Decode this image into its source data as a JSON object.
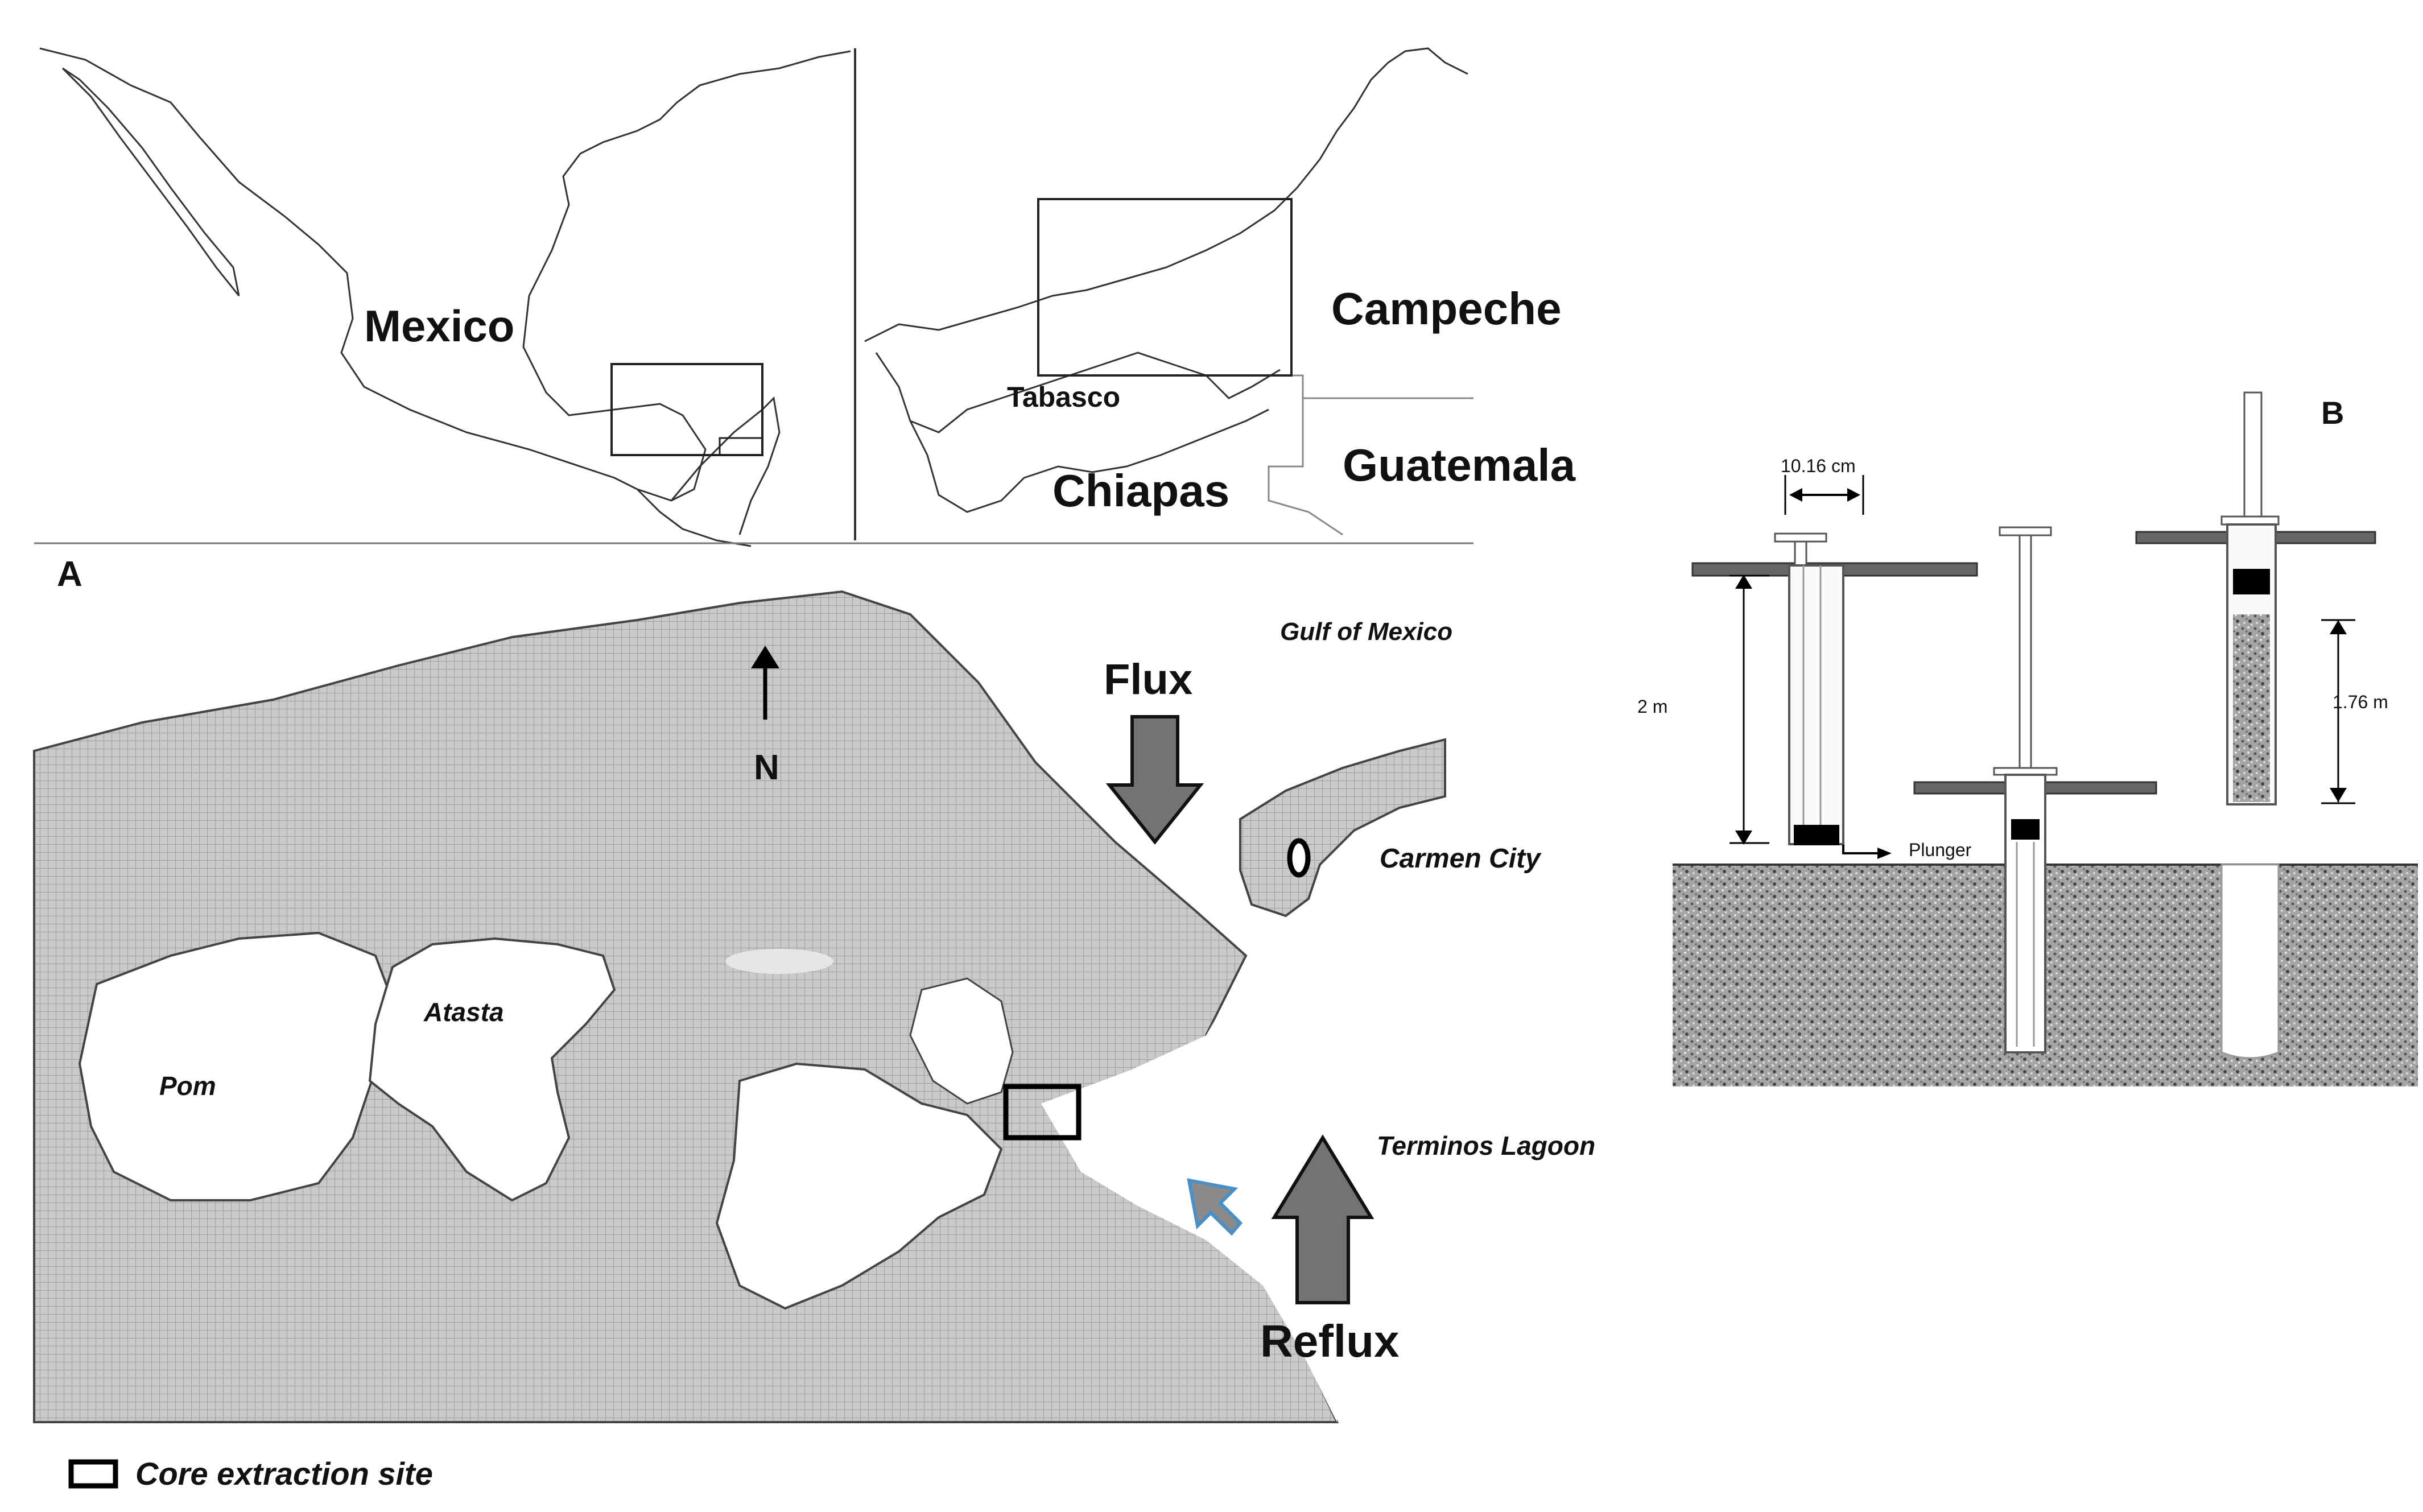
{
  "overview_map": {
    "country_label": "Mexico"
  },
  "region_map": {
    "state_labels": {
      "campeche": "Campeche",
      "tabasco": "Tabasco",
      "chiapas": "Chiapas",
      "guatemala": "Guatemala"
    }
  },
  "panel_a": {
    "panel_letter": "A",
    "places": {
      "gulf": "Gulf of Mexico",
      "carmen": "Carmen City",
      "atasta": "Atasta",
      "pom": "Pom",
      "terminos": "Terminos Lagoon"
    },
    "north_arrow": "N",
    "flow_labels": {
      "flux": "Flux",
      "reflux": "Reflux"
    },
    "legend": {
      "core_site": "Core extraction site"
    },
    "colors": {
      "land_fill": "#c8c8c8",
      "arrow_fill": "#707070",
      "small_arrow_fill": "#8a8a8a",
      "small_arrow_outline": "#4a90c8"
    }
  },
  "panel_b": {
    "panel_letter": "B",
    "dimensions": {
      "diameter": "10.16 cm",
      "length": "2 m",
      "core_length": "1.76 m"
    },
    "parts": {
      "plunger": "Plunger"
    },
    "colors": {
      "sediment": "#9a9a9a"
    }
  }
}
